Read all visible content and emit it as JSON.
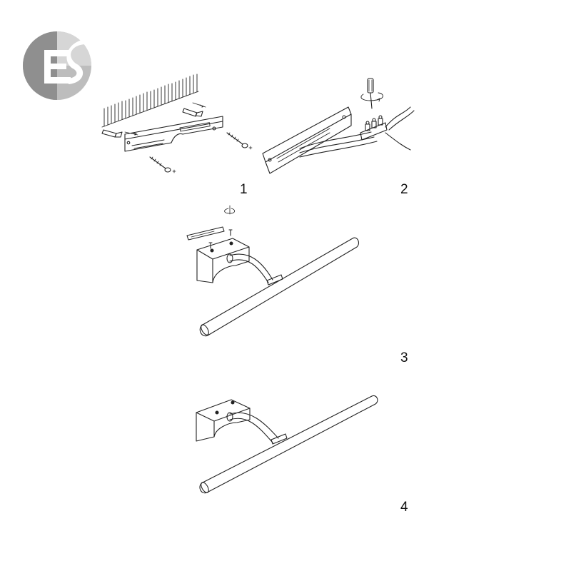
{
  "logo": {
    "colors": {
      "dark": "#8f8f8f",
      "mid": "#b9b9b9",
      "light": "#d9d9d9"
    }
  },
  "steps": [
    {
      "number": "1"
    },
    {
      "number": "2"
    },
    {
      "number": "3"
    },
    {
      "number": "4"
    }
  ],
  "colors": {
    "line": "#222222",
    "background": "#ffffff"
  }
}
